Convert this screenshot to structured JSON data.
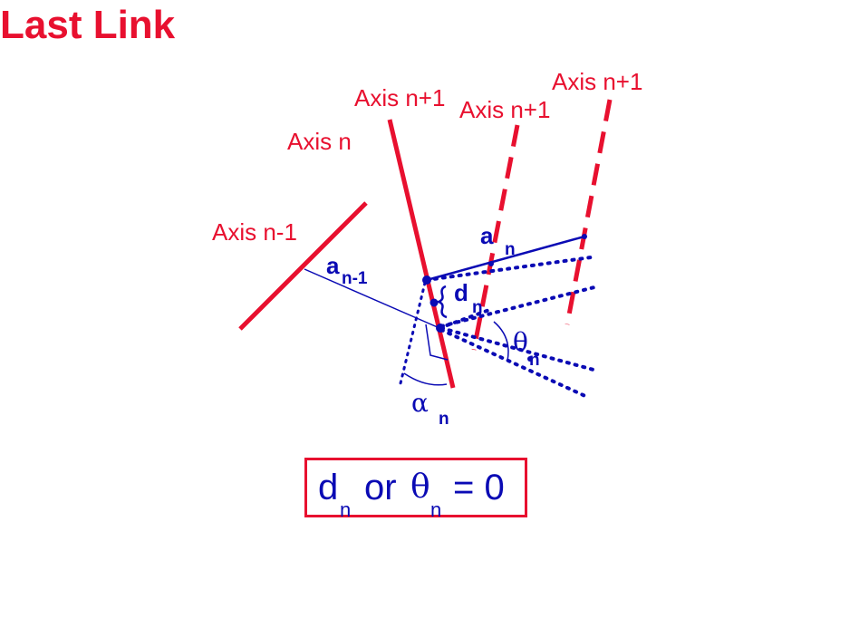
{
  "title": "Last Link",
  "labels": {
    "axis_n_minus_1": "Axis n-1",
    "axis_n": "Axis n",
    "axis_n_plus_1_a": "Axis n+1",
    "axis_n_plus_1_b": "Axis n+1",
    "axis_n_plus_1_c": "Axis n+1",
    "a_n_minus_1_main": "a",
    "a_n_minus_1_sub": "n-1",
    "a_n_main": "a",
    "a_n_sub": "n",
    "d_n_main": "d",
    "d_n_sub": "n",
    "theta_main": "θ",
    "theta_sub": "n",
    "alpha_main": "α",
    "alpha_sub": "n"
  },
  "formula": {
    "d": "d",
    "d_sub": "n",
    "or": "or",
    "theta": "θ",
    "theta_sub": "n",
    "equals_zero": "= 0"
  },
  "colors": {
    "red": "#e8102f",
    "blue": "#0a0ab4"
  }
}
